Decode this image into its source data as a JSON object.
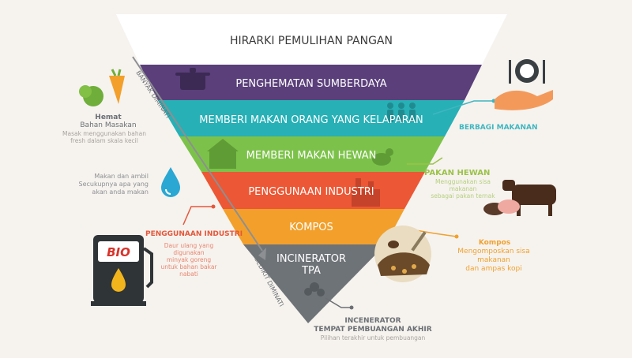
{
  "pyramid": {
    "title": "HIRARKI PEMULIHAN PANGAN",
    "levels": [
      {
        "label": "PENGHEMATAN SUMBERDAYA",
        "color": "#5a3f7a"
      },
      {
        "label": "MEMBERI MAKAN ORANG YANG KELAPARAN",
        "color": "#27b0b6"
      },
      {
        "label": "MEMBERI MAKAN HEWAN",
        "color": "#7cc24a"
      },
      {
        "label": "PENGGUNAAN INDUSTRI",
        "color": "#ec5735"
      },
      {
        "label": "KOMPOS",
        "color": "#f2a02b"
      },
      {
        "label_line1": "INCINERATOR",
        "label_line2": "TPA",
        "color": "#6e7378"
      }
    ]
  },
  "arrow": {
    "top_label": "BANYAK DIMINATI",
    "bottom_label": "SEDIKIT DIMINATI"
  },
  "left": {
    "hemat_title1": "Hemat",
    "hemat_title2": "Bahan Masakan",
    "hemat_desc1": "Masak menggunakan bahan",
    "hemat_desc2": "fresh dalam skala kecil",
    "makan_line1": "Makan dan ambil",
    "makan_line2": "Secukupnya apa yang",
    "makan_line3": "akan anda makan",
    "industri_title": "PENGGUNAAN INDUSTRI",
    "industri_desc1": "Daur ulang yang",
    "industri_desc2": "digunakan",
    "industri_desc3": "minyak goreng",
    "industri_desc4": "untuk bahan bakar",
    "industri_desc5": "nabati",
    "bio_label": "BIO"
  },
  "right": {
    "berbagi": "BERBAGI MAKANAN",
    "pakan_title": "PAKAN HEWAN",
    "pakan_desc1": "Menggunakan sisa",
    "pakan_desc2": "makanan",
    "pakan_desc3": "sebagai pakan ternak",
    "kompos_title": "Kompos",
    "kompos_desc1": "Mengomposkan sisa",
    "kompos_desc2": "makanan",
    "kompos_desc3": "dan ampas kopi"
  },
  "bottom": {
    "title1": "INCENERATOR",
    "title2": "TEMPAT PEMBUANGAN AKHIR",
    "desc": "Pilihan terakhir untuk pembuangan"
  },
  "colors": {
    "background": "#f6f3ef",
    "hemat_title": "#6a6f74",
    "grey_text": "#8d8f92",
    "industri_red": "#e5573a",
    "industri_desc": "#e8866f",
    "teal": "#3fb6c0",
    "green": "#9cc24a",
    "kompos_orange": "#f0a12e",
    "dark_grey": "#6b6f73"
  },
  "icons": [
    "vegetables-icon",
    "water-drop-icon",
    "bio-fuel-pump-icon",
    "plate-hand-icon",
    "cow-pig-icon",
    "compost-icon",
    "pot-icon",
    "people-icon",
    "barn-icon",
    "factory-icon",
    "bird-icon",
    "smoke-icon",
    "arrow-icon"
  ]
}
